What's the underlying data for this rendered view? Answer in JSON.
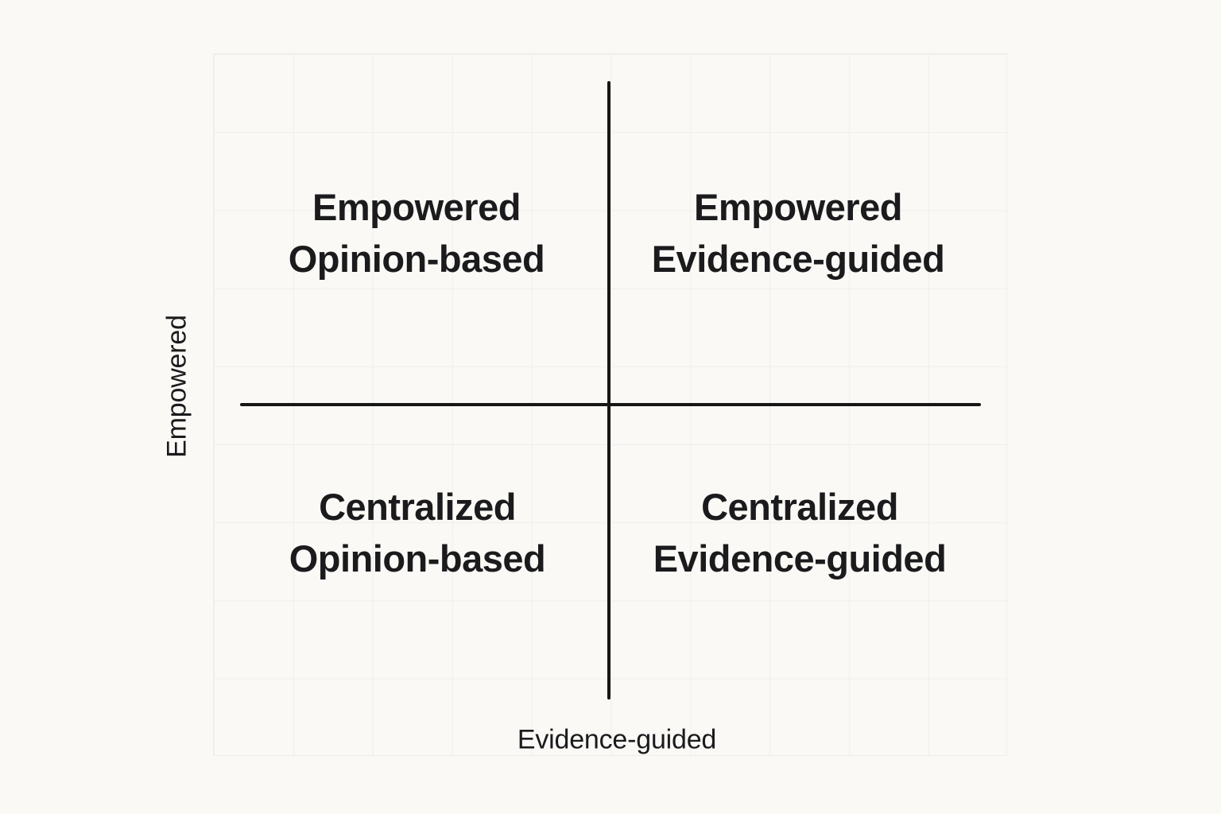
{
  "diagram": {
    "y_axis_label": "Empowered",
    "x_axis_label": "Evidence-guided",
    "quadrants": {
      "top_left": {
        "line1": "Empowered",
        "line2": "Opinion-based"
      },
      "top_right": {
        "line1": "Empowered",
        "line2": "Evidence-guided"
      },
      "bottom_left": {
        "line1": "Centralized",
        "line2": "Opinion-based"
      },
      "bottom_right": {
        "line1": "Centralized",
        "line2": "Evidence-guided"
      }
    },
    "colors": {
      "background": "#faf9f6",
      "text": "#1b1b1d",
      "axis_line": "#161616",
      "grid_line": "#f0eeea"
    }
  }
}
